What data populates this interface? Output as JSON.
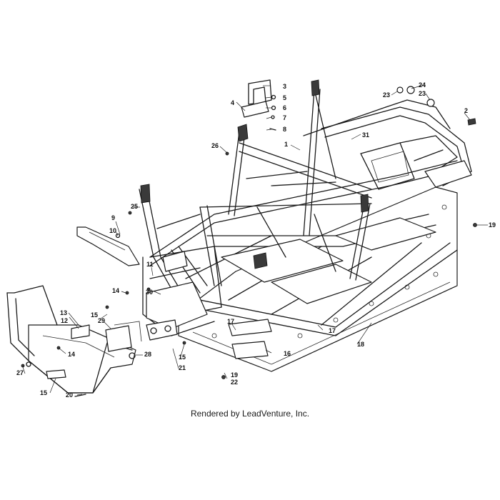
{
  "callouts": [
    "1",
    "2",
    "3",
    "4",
    "5",
    "6",
    "7",
    "8",
    "9",
    "10",
    "11",
    "12",
    "13",
    "14",
    "14",
    "15",
    "15",
    "15",
    "16",
    "17",
    "17",
    "18",
    "19",
    "19",
    "20",
    "21",
    "22",
    "23",
    "23",
    "24",
    "25",
    "26",
    "27",
    "28",
    "29",
    "30",
    "31"
  ],
  "footer": "Rendered by LeadVenture, Inc."
}
